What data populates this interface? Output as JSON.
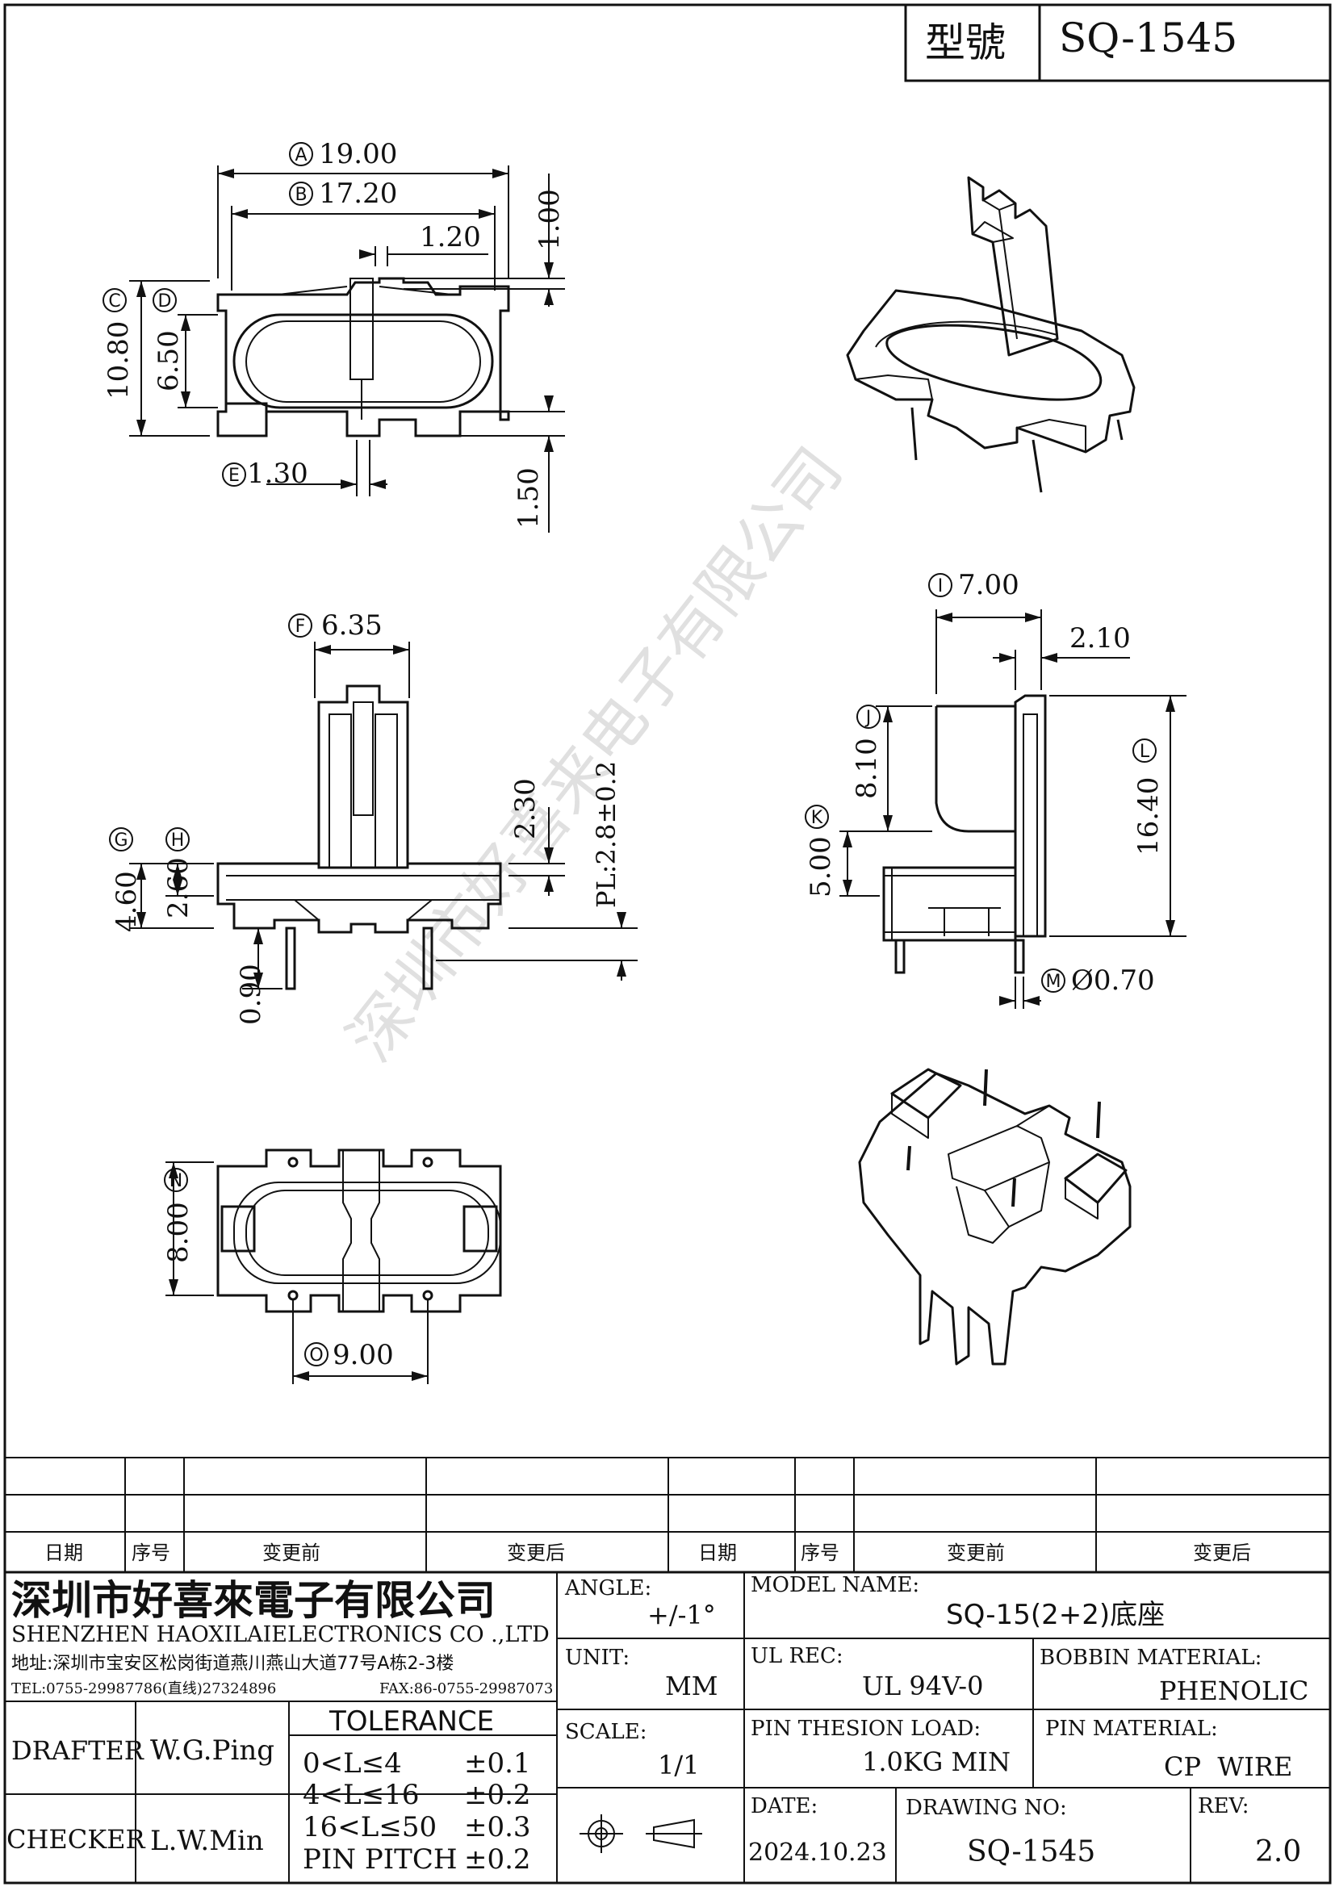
{
  "header": {
    "model_label": "型號",
    "model_value": "SQ-1545"
  },
  "dims": {
    "A": {
      "letter": "A",
      "value": "19.00"
    },
    "B": {
      "letter": "B",
      "value": "17.20"
    },
    "top_1_20": "1.20",
    "top_1_00": "1.00",
    "C": {
      "letter": "C",
      "value": "10.80"
    },
    "D": {
      "letter": "D",
      "value": "6.50"
    },
    "E": {
      "letter": "E",
      "value": "1.30"
    },
    "top_1_50": "1.50",
    "F": {
      "letter": "F",
      "value": "6.35"
    },
    "front_2_30": "2.30",
    "pl": "PL:2.8±0.2",
    "G": {
      "letter": "G",
      "value": "4.60"
    },
    "H": {
      "letter": "H",
      "value": "2.60"
    },
    "front_0_90": "0.90",
    "I": {
      "letter": "I",
      "value": "7.00"
    },
    "side_2_10": "2.10",
    "J": {
      "letter": "J",
      "value": "8.10"
    },
    "L": {
      "letter": "L",
      "value": "16.40"
    },
    "K": {
      "letter": "K",
      "value": "5.00"
    },
    "M": {
      "letter": "M",
      "value": "Ø0.70"
    },
    "N": {
      "letter": "N",
      "value": "8.00"
    },
    "O": {
      "letter": "O",
      "value": "9.00"
    }
  },
  "watermark": "深圳市好喜来电子有限公司",
  "revision_table": {
    "headers": [
      "日期",
      "序号",
      "变更前",
      "变更后",
      "日期",
      "序号",
      "变更前",
      "变更后"
    ]
  },
  "company": {
    "name_cn": "深圳市好喜來電子有限公司",
    "name_en": "SHENZHEN HAOXILAIELECTRONICS CO .,LTD",
    "address": "地址:深圳市宝安区松岗街道燕川燕山大道77号A栋2-3楼",
    "tel": "TEL:0755-29987786(直线)27324896",
    "fax": "FAX:86-0755-29987073"
  },
  "drafter": {
    "label": "DRAFTER",
    "value": "W.G.Ping"
  },
  "checker": {
    "label": "CHECKER",
    "value": "L.W.Min"
  },
  "tolerance": {
    "title": "TOLERANCE",
    "rows": [
      {
        "range": "0<L≤4",
        "tol": "±0.1"
      },
      {
        "range": "4<L≤16",
        "tol": "±0.2"
      },
      {
        "range": "16<L≤50",
        "tol": "±0.3"
      },
      {
        "range": "PIN PITCH",
        "tol": "±0.2"
      }
    ]
  },
  "fields": {
    "angle": {
      "label": "ANGLE:",
      "value": "+/-1°"
    },
    "unit": {
      "label": "UNIT:",
      "value": "MM"
    },
    "scale": {
      "label": "SCALE:",
      "value": "1/1"
    },
    "model_name": {
      "label": "MODEL NAME:",
      "value": "SQ-15(2+2)底座"
    },
    "ul_rec": {
      "label": "UL REC:",
      "value": "UL 94V-0"
    },
    "bobbin_material": {
      "label": "BOBBIN MATERIAL:",
      "value": "PHENOLIC"
    },
    "pin_tension": {
      "label": "PIN THESION LOAD:",
      "value": "1.0KG MIN"
    },
    "pin_material": {
      "label": "PIN MATERIAL:",
      "value": "CP  WIRE"
    },
    "date": {
      "label": "DATE:",
      "value": "2024.10.23"
    },
    "drawing_no": {
      "label": "DRAWING NO:",
      "value": "SQ-1545"
    },
    "rev": {
      "label": "REV:",
      "value": "2.0"
    }
  }
}
